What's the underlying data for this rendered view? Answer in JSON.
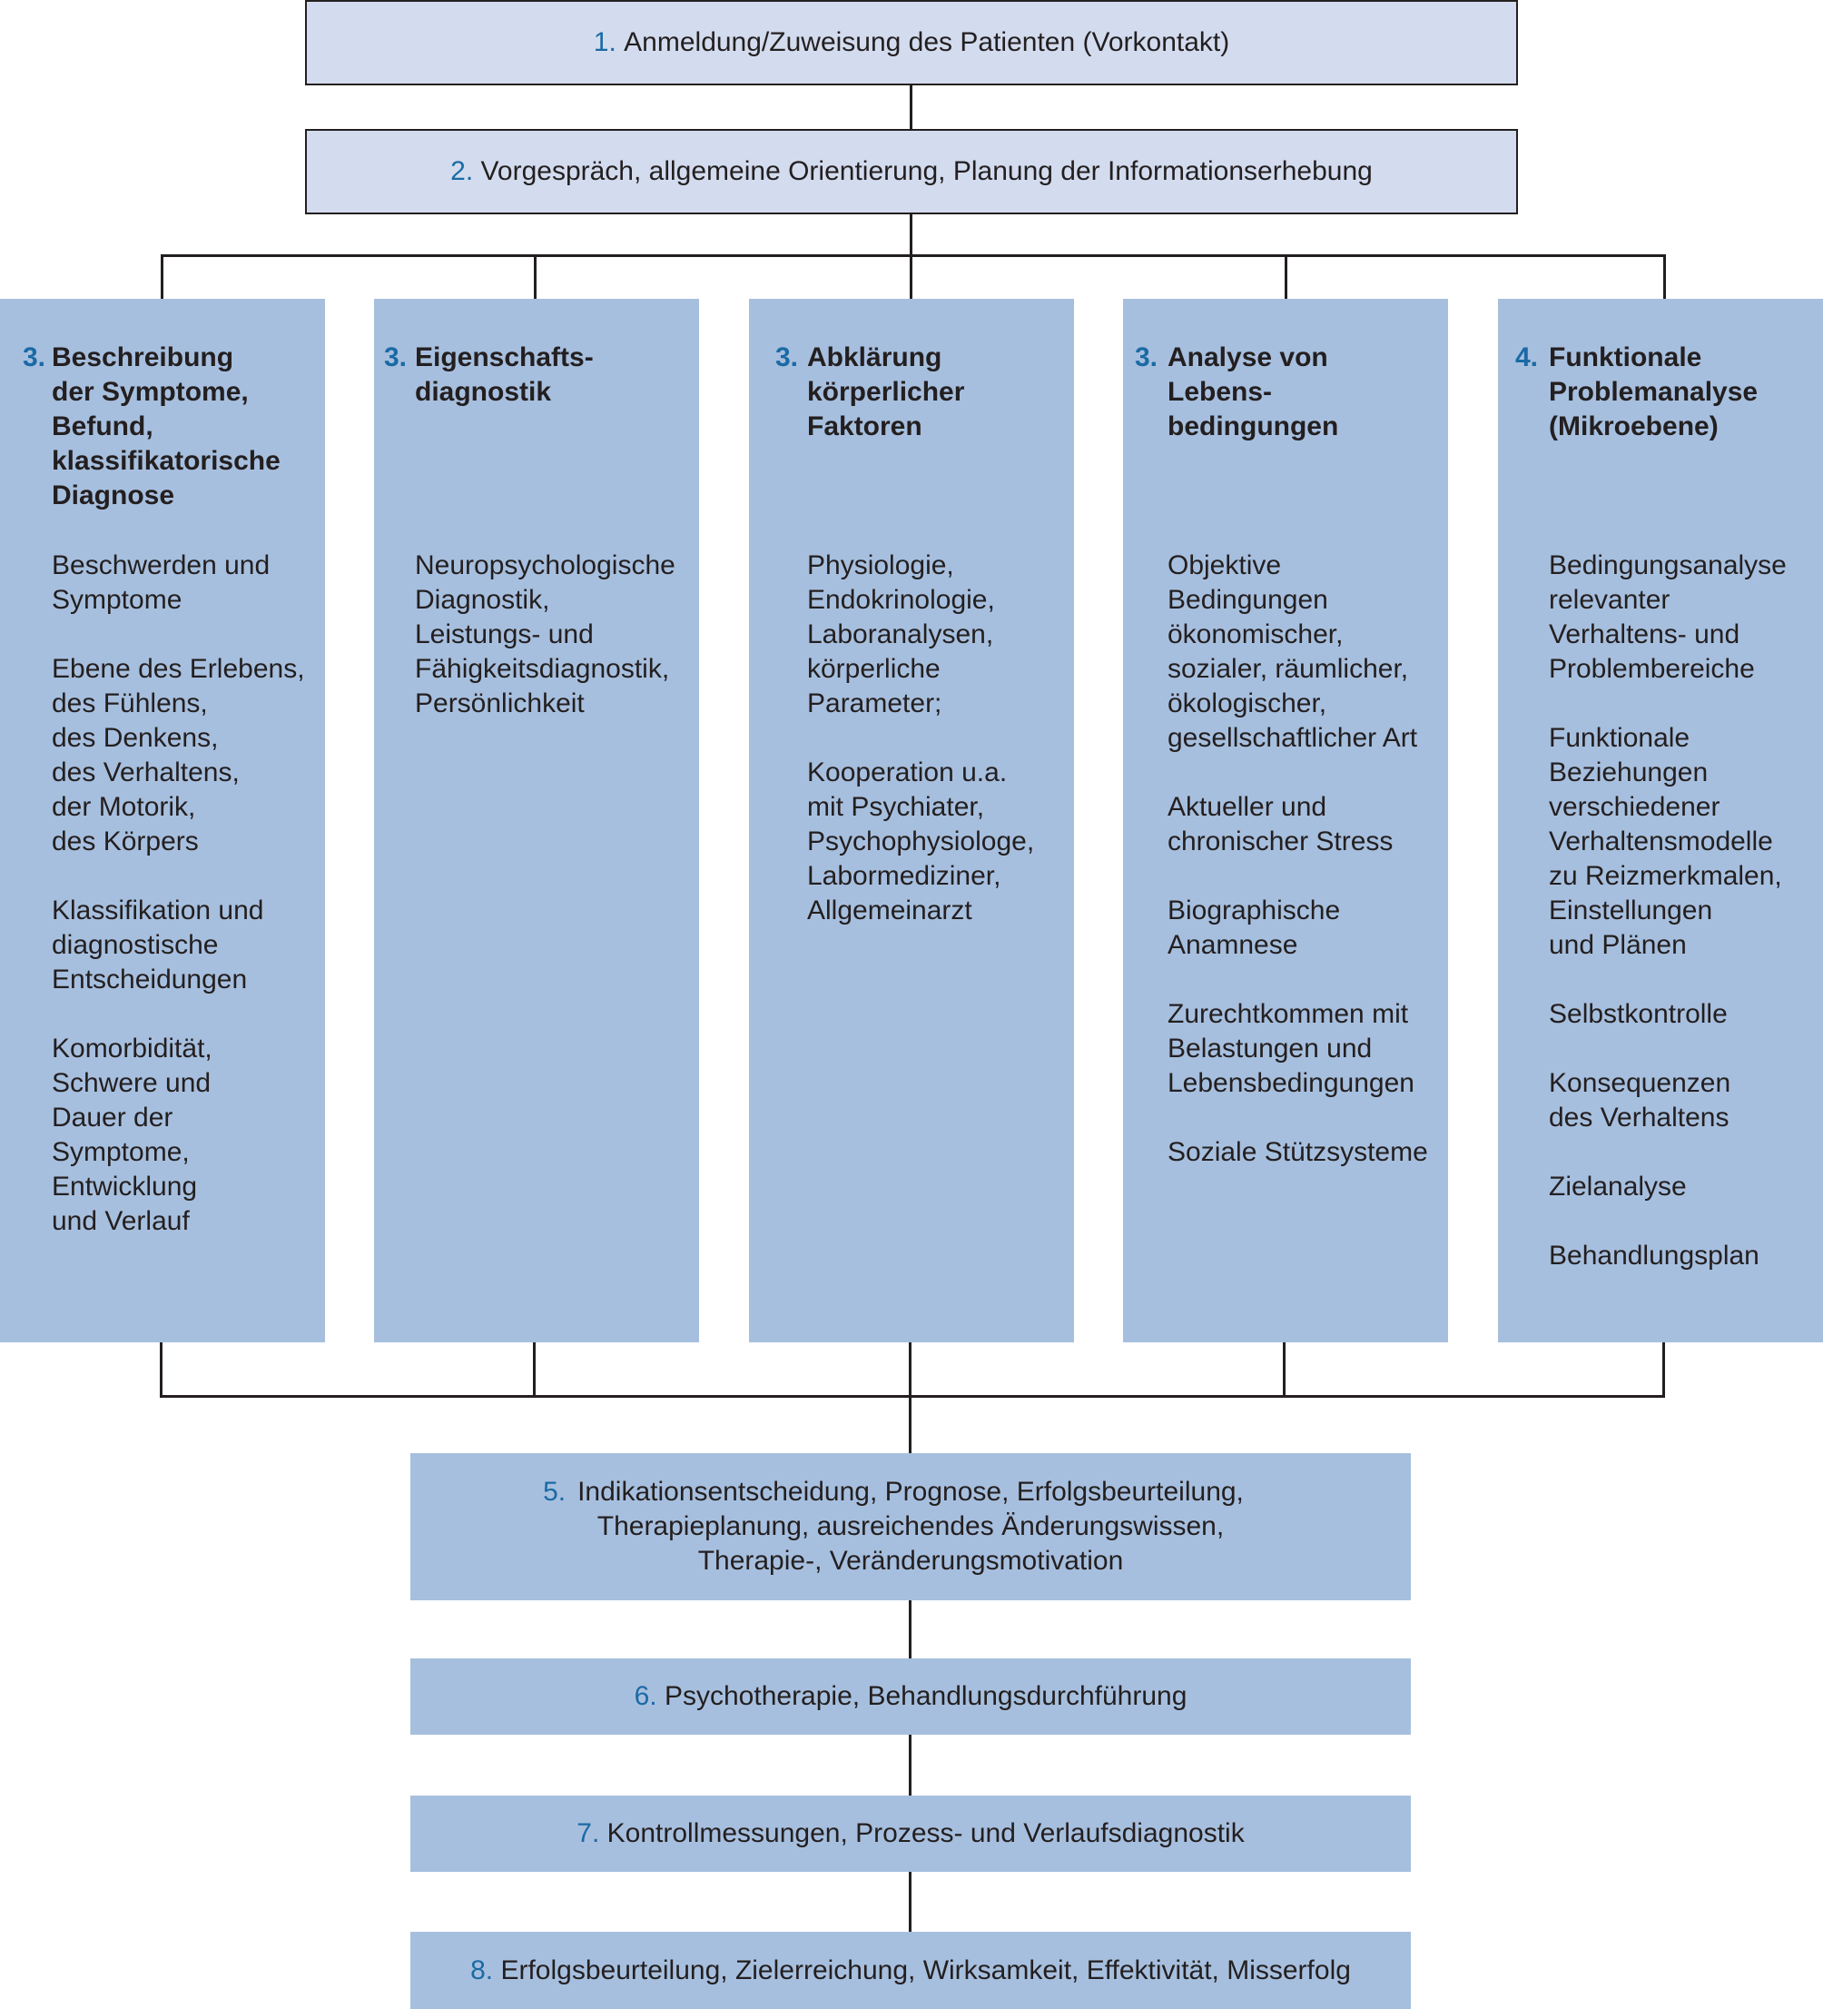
{
  "steps": {
    "s1": {
      "num": "1.",
      "text": "Anmeldung/Zuweisung des Patienten (Vorkontakt)"
    },
    "s2": {
      "num": "2.",
      "text": "Vorgespräch, allgemeine Orientierung, Planung der Informationserhebung"
    },
    "s5": {
      "num": "5.",
      "text": "Indikationsentscheidung, Prognose, Erfolgsbeurteilung,\nTherapieplanung, ausreichendes Änderungswissen,\nTherapie-, Veränderungsmotivation"
    },
    "s6": {
      "num": "6.",
      "text": "Psychotherapie, Behandlungsdurchführung"
    },
    "s7": {
      "num": "7.",
      "text": "Kontrollmessungen, Prozess- und Verlaufsdiagnostik"
    },
    "s8": {
      "num": "8.",
      "text": "Erfolgsbeurteilung, Zielerreichung, Wirksamkeit, Effektivität, Misserfolg"
    }
  },
  "columns": [
    {
      "num": "3.",
      "title": "Beschreibung\nder Symptome,\nBefund,\nklassifikatorische\nDiagnose",
      "items": [
        "Beschwerden und\nSymptome",
        "Ebene des Erlebens,\ndes Fühlens,\ndes Denkens,\ndes Verhaltens,\nder Motorik,\ndes Körpers",
        "Klassifikation und\ndiagnostische\nEntscheidungen",
        "Komorbidität,\nSchwere und\nDauer der\nSymptome,\nEntwicklung\nund Verlauf"
      ]
    },
    {
      "num": "3.",
      "title": "Eigenschafts-\ndiagnostik",
      "items": [
        "Neuropsychologische\nDiagnostik,\nLeistungs- und\nFähigkeitsdiagnostik,\nPersönlichkeit"
      ]
    },
    {
      "num": "3.",
      "title": "Abklärung\nkörperlicher\nFaktoren",
      "items": [
        "Physiologie,\nEndokrinologie,\nLaboranalysen,\nkörperliche\nParameter;",
        "Kooperation u.a.\nmit Psychiater,\nPsychophysiologe,\nLabormediziner,\nAllgemeinarzt"
      ]
    },
    {
      "num": "3.",
      "title": "Analyse von\nLebens-\nbedingungen",
      "items": [
        "Objektive\nBedingungen\nökonomischer,\nsozialer, räumlicher,\nökologischer,\ngesellschaftlicher Art",
        "Aktueller und\nchronischer Stress",
        "Biographische\nAnamnese",
        "Zurechtkommen mit\nBelastungen und\nLebensbedingungen",
        "Soziale Stützsysteme"
      ]
    },
    {
      "num": "4.",
      "title": "Funktionale\nProblemanalyse\n(Mikroebene)",
      "items": [
        "Bedingungsanalyse\nrelevanter\nVerhaltens- und\nProblembereiche",
        "Funktionale\nBeziehungen\nverschiedener\nVerhaltensmodelle\nzu Reizmerkmalen,\nEinstellungen\nund Plänen",
        "Selbstkontrolle",
        "Konsequenzen\ndes Verhaltens",
        "Zielanalyse",
        "Behandlungsplan"
      ]
    }
  ],
  "colors": {
    "top_fill": "#d3dcee",
    "box_fill": "#a7bfde",
    "number": "#1a6aa5",
    "line": "#231f20"
  }
}
